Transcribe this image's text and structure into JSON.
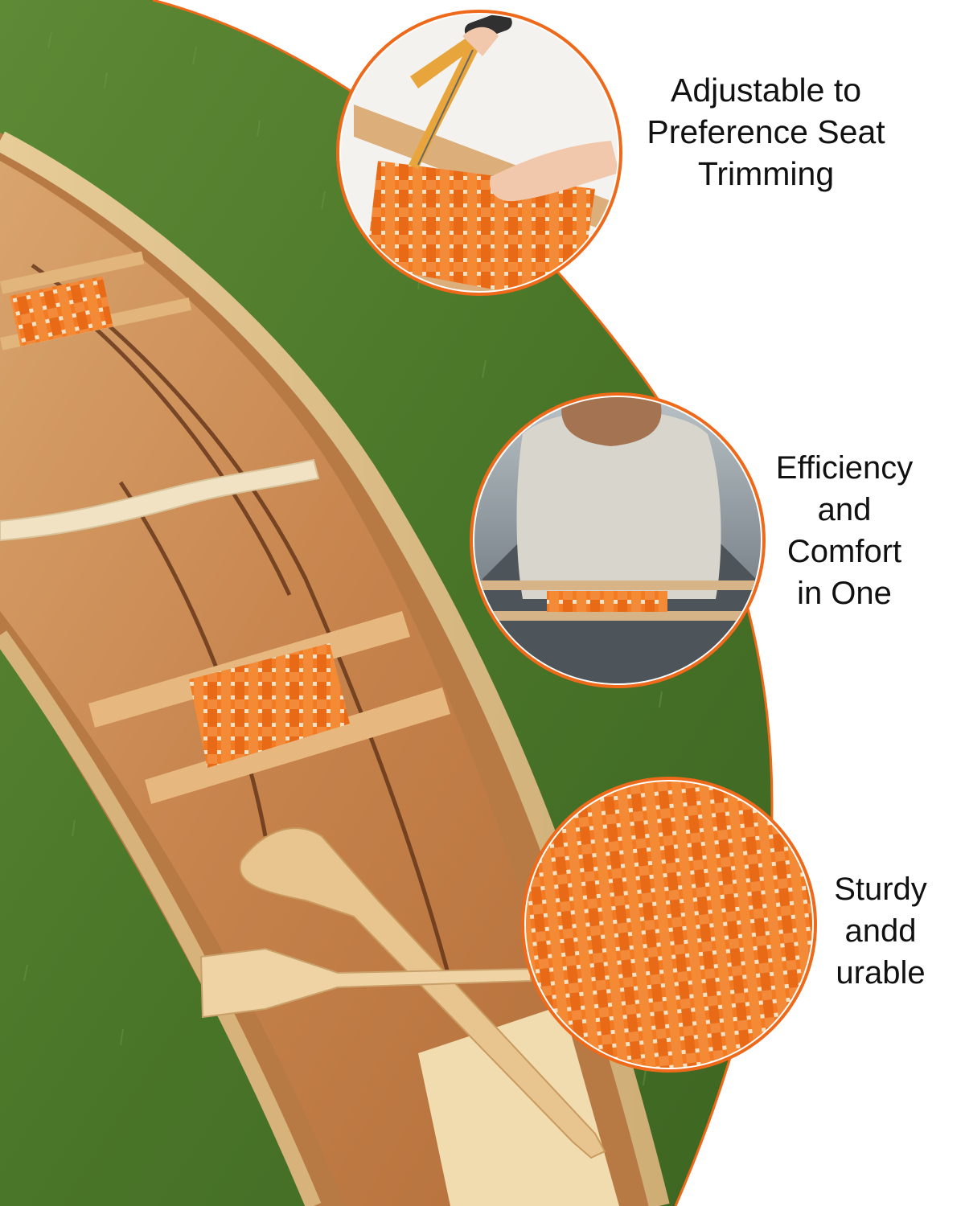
{
  "callouts": [
    {
      "text": "Adjustable to\nPreference Seat\nTrimming"
    },
    {
      "text": "Efficiency\nand\nComfort\nin One"
    },
    {
      "text": "Sturdy\nandd\nurable"
    }
  ],
  "colors": {
    "accent": "#ee6a1a",
    "webbing": "#f27a22",
    "grass": "#4f7c2c",
    "wood": "#c98a55",
    "text": "#111111"
  }
}
